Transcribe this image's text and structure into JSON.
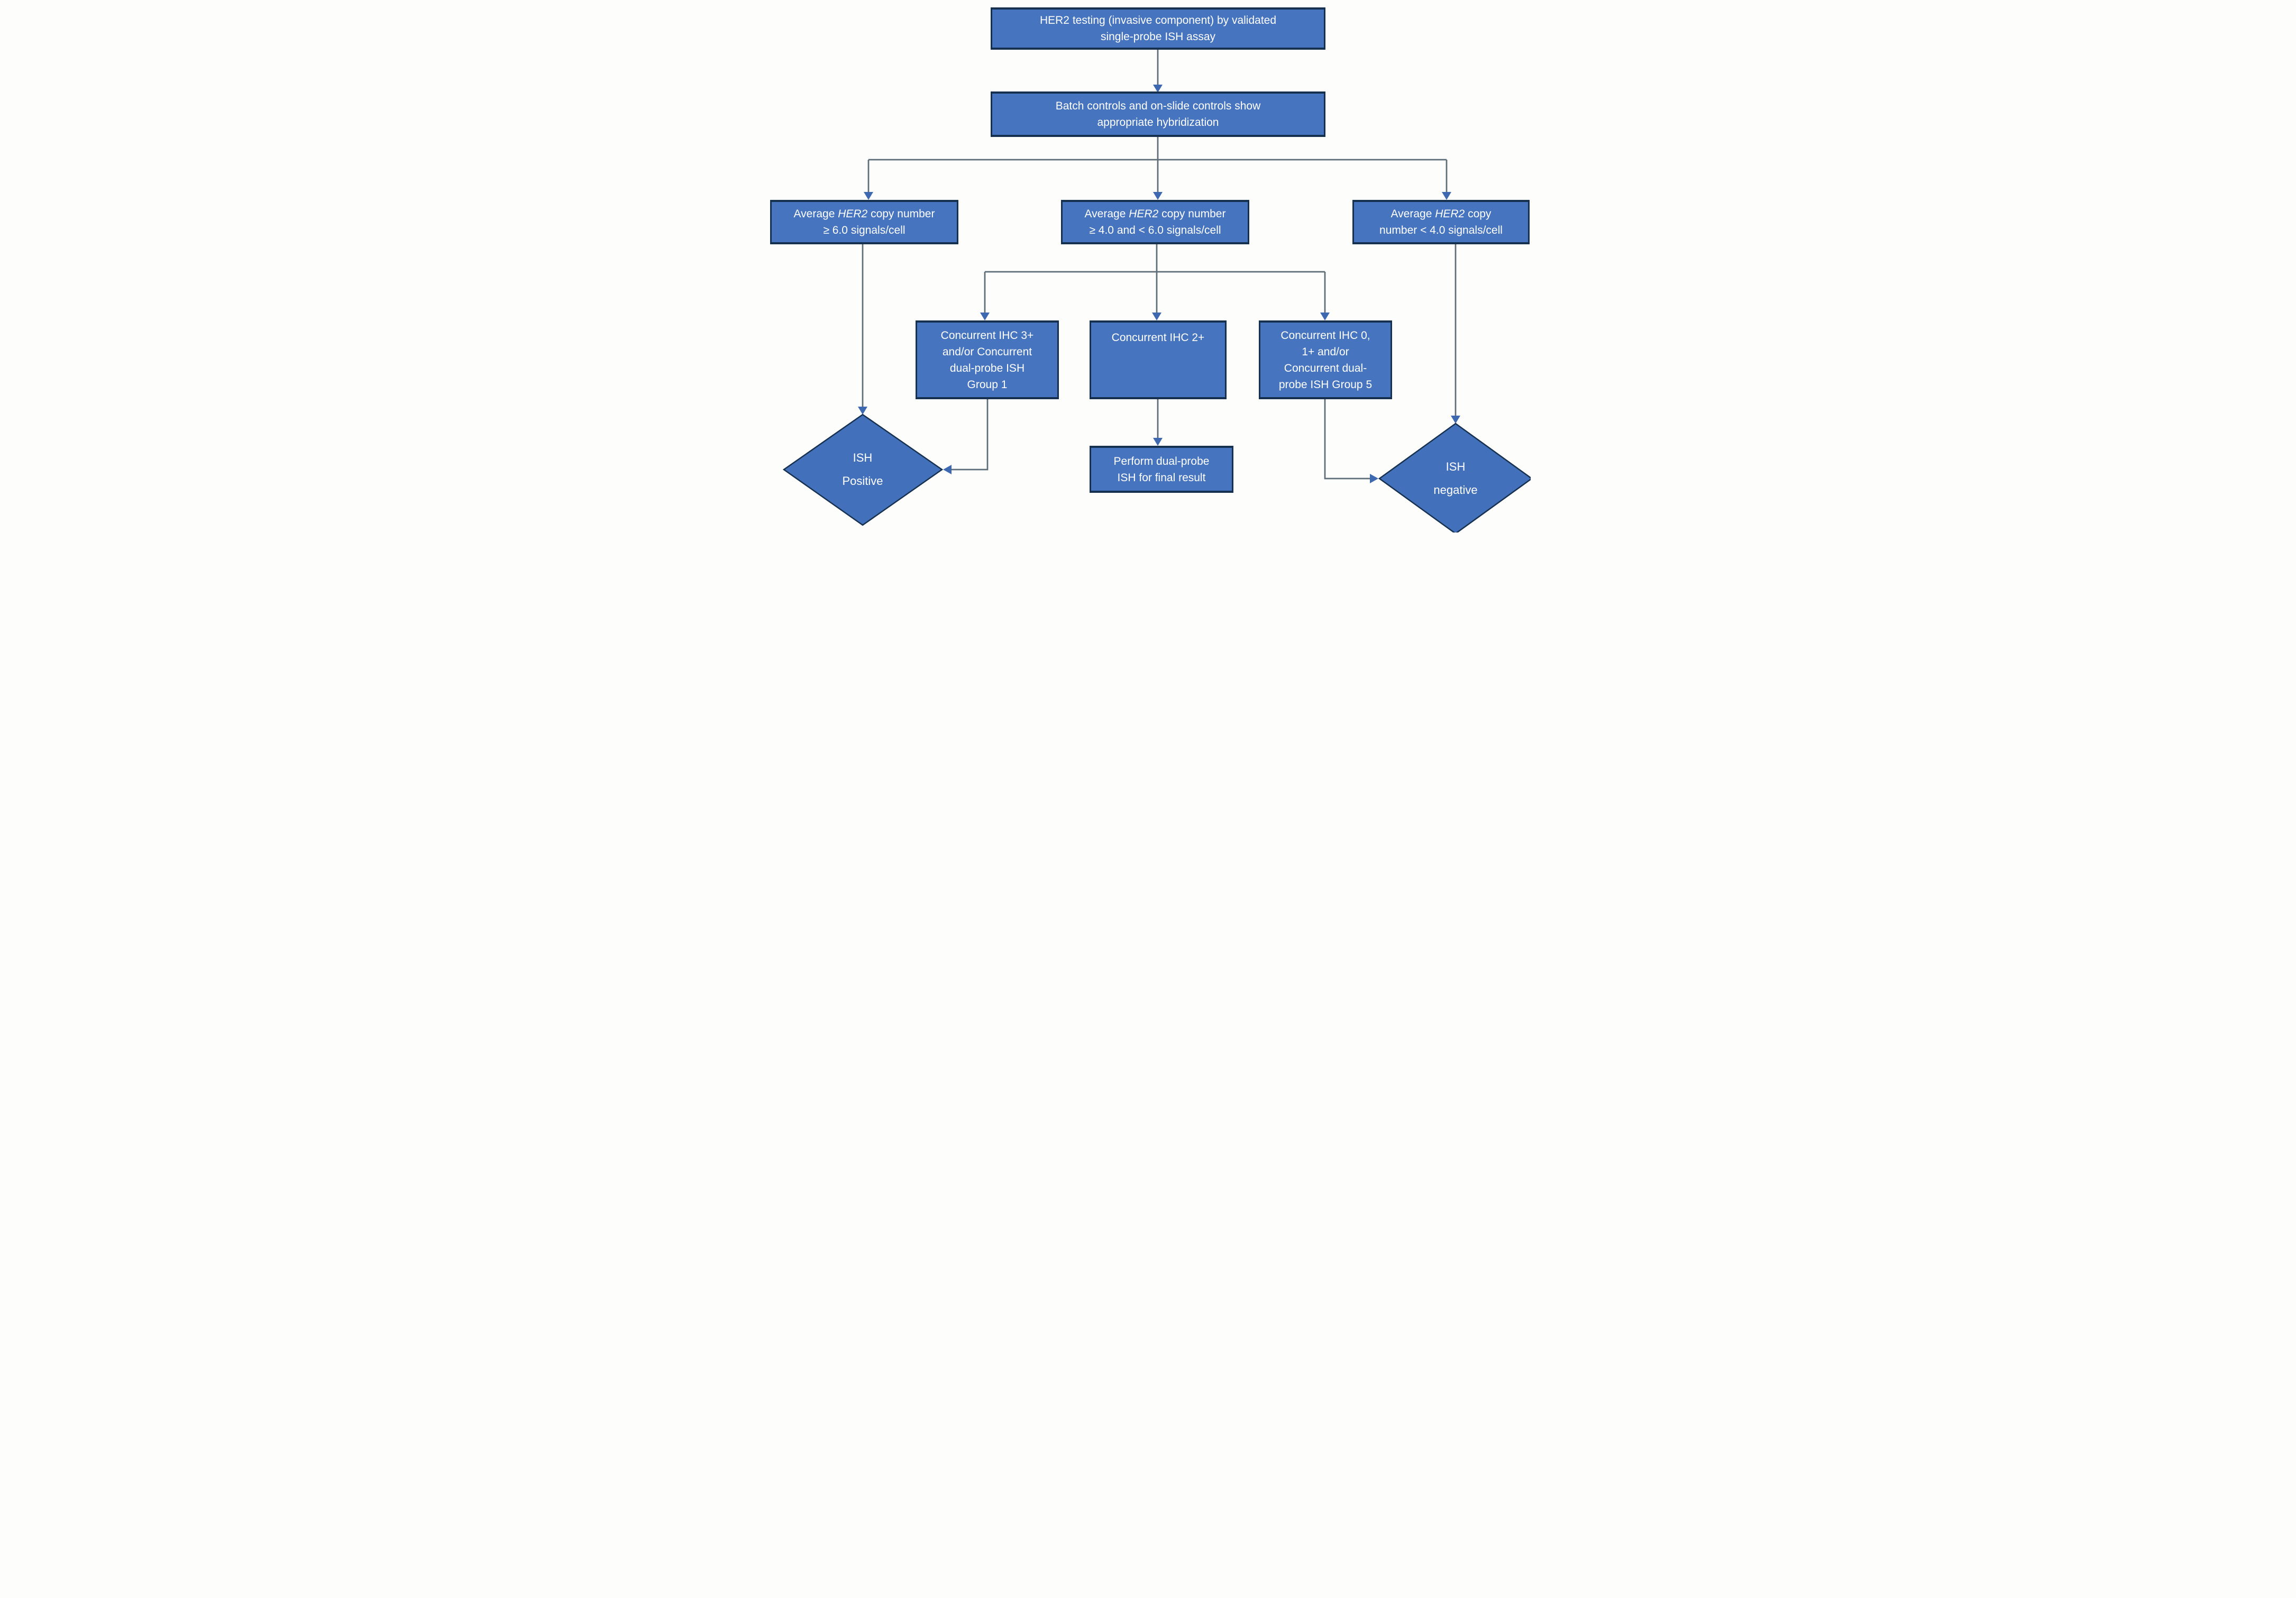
{
  "colors": {
    "box_fill": "#4674BE",
    "box_border": "#16304F",
    "diamond_fill": "#4270BA",
    "diamond_border": "#16304F",
    "connector": "#5E6E78",
    "arrowhead": "#3E69B0",
    "text": "#FFFFFF",
    "background": "#FDFDFC"
  },
  "nodes": {
    "start": {
      "lines": [
        [
          {
            "t": "HER2 testing (invasive component) by validated"
          }
        ],
        [
          {
            "t": "single-probe ISH assay"
          }
        ]
      ]
    },
    "controls": {
      "lines": [
        [
          {
            "t": "Batch controls and on-slide controls show"
          }
        ],
        [
          {
            "t": "appropriate hybridization"
          }
        ]
      ]
    },
    "branch_high": {
      "lines": [
        [
          {
            "t": "Average "
          },
          {
            "t": "HER2",
            "i": true
          },
          {
            "t": " copy number"
          }
        ],
        [
          {
            "t": "≥ 6.0 signals/cell"
          }
        ]
      ]
    },
    "branch_mid": {
      "lines": [
        [
          {
            "t": "Average "
          },
          {
            "t": "HER2",
            "i": true
          },
          {
            "t": " copy number"
          }
        ],
        [
          {
            "t": "≥ 4.0 and < 6.0 signals/cell"
          }
        ]
      ]
    },
    "branch_low": {
      "lines": [
        [
          {
            "t": "Average "
          },
          {
            "t": "HER2",
            "i": true
          },
          {
            "t": " copy"
          }
        ],
        [
          {
            "t": "number < 4.0 signals/cell"
          }
        ]
      ]
    },
    "ihc3": {
      "lines": [
        [
          {
            "t": "Concurrent IHC 3+"
          }
        ],
        [
          {
            "t": "and/or Concurrent"
          }
        ],
        [
          {
            "t": "dual-probe ISH"
          }
        ],
        [
          {
            "t": "Group 1"
          }
        ]
      ]
    },
    "ihc2": {
      "lines": [
        [
          {
            "t": "Concurrent IHC 2+"
          }
        ]
      ]
    },
    "ihc01": {
      "lines": [
        [
          {
            "t": "Concurrent IHC 0,"
          }
        ],
        [
          {
            "t": "1+ and/or"
          }
        ],
        [
          {
            "t": "Concurrent dual-"
          }
        ],
        [
          {
            "t": "probe ISH Group 5"
          }
        ]
      ]
    },
    "perform": {
      "lines": [
        [
          {
            "t": "Perform dual-probe"
          }
        ],
        [
          {
            "t": "ISH for final result"
          }
        ]
      ]
    },
    "ish_positive": {
      "lines": [
        [
          {
            "t": "ISH"
          }
        ],
        [
          {
            "t": "Positive"
          }
        ]
      ]
    },
    "ish_negative": {
      "lines": [
        [
          {
            "t": "ISH"
          }
        ],
        [
          {
            "t": "negative"
          }
        ]
      ]
    }
  }
}
